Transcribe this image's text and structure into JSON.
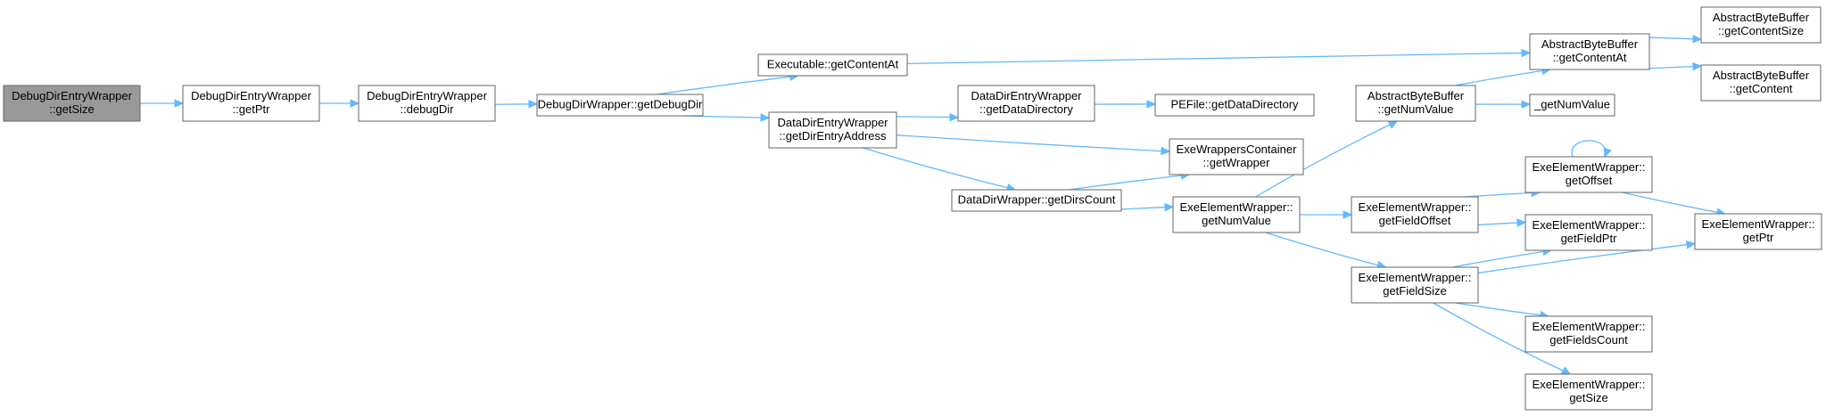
{
  "colors": {
    "edge": "#63b8ff",
    "node_border": "#666666",
    "root_fill": "#999999",
    "node_fill": "#ffffff"
  },
  "nodes": [
    {
      "id": "n0",
      "lines": [
        "DebugDirEntryWrapper",
        "::getSize"
      ],
      "root": true
    },
    {
      "id": "n1",
      "lines": [
        "DebugDirEntryWrapper",
        "::getPtr"
      ]
    },
    {
      "id": "n2",
      "lines": [
        "DebugDirEntryWrapper",
        "::debugDir"
      ]
    },
    {
      "id": "n3",
      "lines": [
        "DebugDirWrapper::getDebugDir"
      ]
    },
    {
      "id": "n4",
      "lines": [
        "Executable::getContentAt"
      ]
    },
    {
      "id": "n5",
      "lines": [
        "DataDirEntryWrapper",
        "::getDirEntryAddress"
      ]
    },
    {
      "id": "n6",
      "lines": [
        "DataDirEntryWrapper",
        "::getDataDirectory"
      ]
    },
    {
      "id": "n7",
      "lines": [
        "DataDirWrapper::getDirsCount"
      ]
    },
    {
      "id": "n8",
      "lines": [
        "PEFile::getDataDirectory"
      ]
    },
    {
      "id": "n9",
      "lines": [
        "ExeWrappersContainer",
        "::getWrapper"
      ]
    },
    {
      "id": "n10",
      "lines": [
        "ExeElementWrapper::",
        "getNumValue"
      ]
    },
    {
      "id": "n11",
      "lines": [
        "AbstractByteBuffer",
        "::getNumValue"
      ]
    },
    {
      "id": "n12",
      "lines": [
        "AbstractByteBuffer",
        "::getContentAt"
      ]
    },
    {
      "id": "n13",
      "lines": [
        "_getNumValue"
      ]
    },
    {
      "id": "n14",
      "lines": [
        "AbstractByteBuffer",
        "::getContentSize"
      ]
    },
    {
      "id": "n15",
      "lines": [
        "AbstractByteBuffer",
        "::getContent"
      ]
    },
    {
      "id": "n16",
      "lines": [
        "ExeElementWrapper::",
        "getFieldOffset"
      ]
    },
    {
      "id": "n17",
      "lines": [
        "ExeElementWrapper::",
        "getFieldSize"
      ]
    },
    {
      "id": "n18",
      "lines": [
        "ExeElementWrapper::",
        "getOffset"
      ]
    },
    {
      "id": "n19",
      "lines": [
        "ExeElementWrapper::",
        "getFieldPtr"
      ]
    },
    {
      "id": "n20",
      "lines": [
        "ExeElementWrapper::",
        "getPtr"
      ]
    },
    {
      "id": "n21",
      "lines": [
        "ExeElementWrapper::",
        "getFieldsCount"
      ]
    },
    {
      "id": "n22",
      "lines": [
        "ExeElementWrapper::",
        "getSize"
      ]
    }
  ],
  "edges": [
    {
      "from": "n0",
      "to": "n1"
    },
    {
      "from": "n1",
      "to": "n2"
    },
    {
      "from": "n2",
      "to": "n3"
    },
    {
      "from": "n3",
      "to": "n4"
    },
    {
      "from": "n3",
      "to": "n5"
    },
    {
      "from": "n4",
      "to": "n12"
    },
    {
      "from": "n5",
      "to": "n6"
    },
    {
      "from": "n5",
      "to": "n9"
    },
    {
      "from": "n5",
      "to": "n7"
    },
    {
      "from": "n6",
      "to": "n8"
    },
    {
      "from": "n7",
      "to": "n9"
    },
    {
      "from": "n7",
      "to": "n10"
    },
    {
      "from": "n10",
      "to": "n11"
    },
    {
      "from": "n10",
      "to": "n16"
    },
    {
      "from": "n10",
      "to": "n17"
    },
    {
      "from": "n11",
      "to": "n12"
    },
    {
      "from": "n11",
      "to": "n13"
    },
    {
      "from": "n12",
      "to": "n14"
    },
    {
      "from": "n12",
      "to": "n15"
    },
    {
      "from": "n16",
      "to": "n18"
    },
    {
      "from": "n16",
      "to": "n19"
    },
    {
      "from": "n17",
      "to": "n19"
    },
    {
      "from": "n17",
      "to": "n20"
    },
    {
      "from": "n17",
      "to": "n21"
    },
    {
      "from": "n17",
      "to": "n22"
    },
    {
      "from": "n18",
      "to": "n18"
    },
    {
      "from": "n18",
      "to": "n20"
    }
  ]
}
